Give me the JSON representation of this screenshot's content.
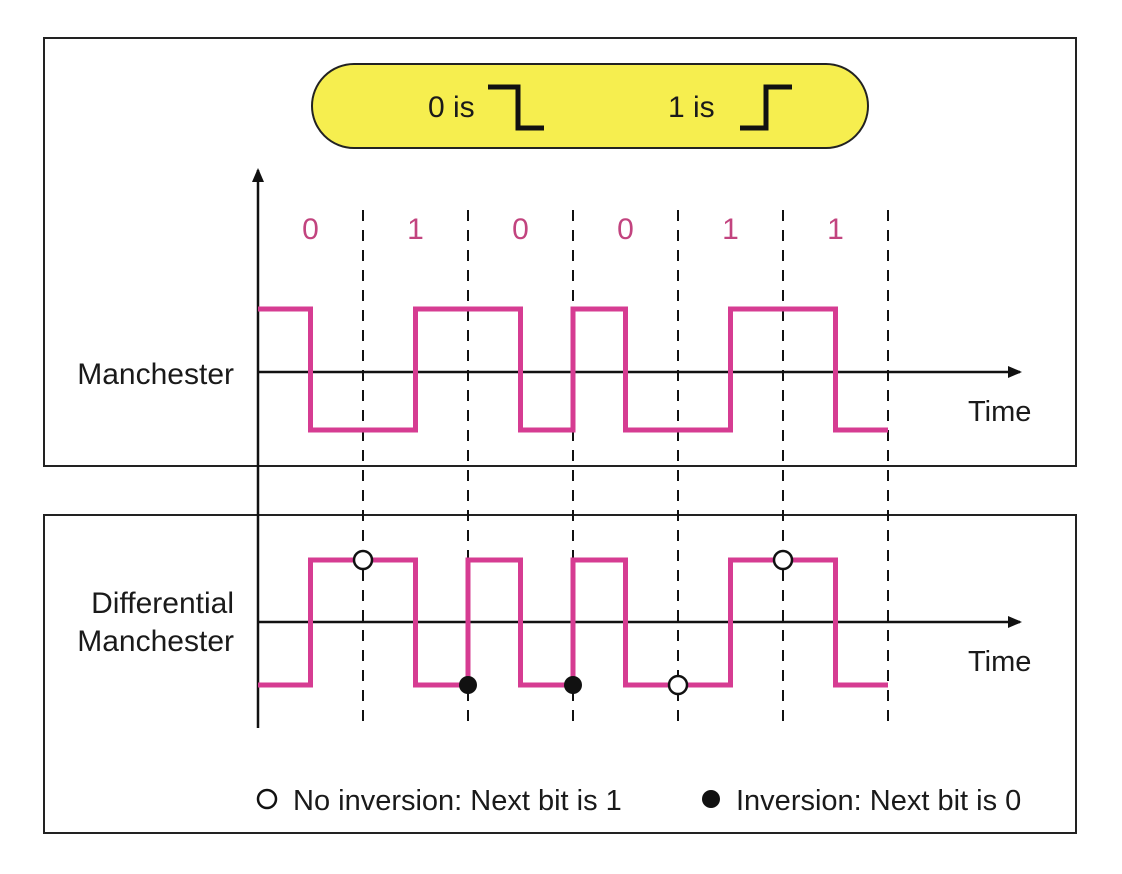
{
  "legend_box": {
    "zero_label": "0 is",
    "one_label": "1 is",
    "fill_color": "#f6ee4f"
  },
  "bits": [
    "0",
    "1",
    "0",
    "0",
    "1",
    "1"
  ],
  "manchester": {
    "label": "Manchester",
    "time_label": "Time",
    "levels": [
      "H",
      "L",
      "L",
      "H",
      "H",
      "L",
      "H",
      "L",
      "L",
      "H",
      "H",
      "L"
    ]
  },
  "differential": {
    "label_line1": "Differential",
    "label_line2": "Manchester",
    "time_label": "Time",
    "levels": [
      "L",
      "H",
      "H",
      "L",
      "H",
      "L",
      "H",
      "L",
      "L",
      "H",
      "H",
      "L"
    ],
    "markers": [
      {
        "boundary": 1,
        "type": "no-inversion",
        "level": "H"
      },
      {
        "boundary": 2,
        "type": "inversion",
        "level": "L"
      },
      {
        "boundary": 3,
        "type": "inversion",
        "level": "L"
      },
      {
        "boundary": 4,
        "type": "no-inversion",
        "level": "L"
      },
      {
        "boundary": 5,
        "type": "no-inversion",
        "level": "H"
      }
    ]
  },
  "legend": {
    "no_inversion": "No inversion: Next bit is 1",
    "inversion": "Inversion: Next bit is 0"
  },
  "colors": {
    "signal": "#d63c92",
    "bit_text": "#c2447f",
    "frame": "#222222"
  }
}
